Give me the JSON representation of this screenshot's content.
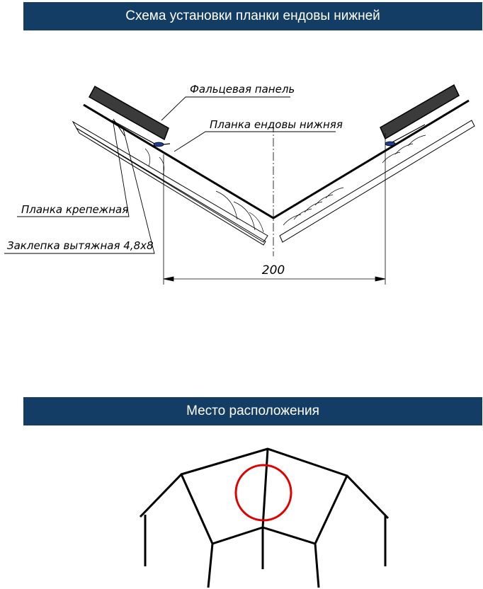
{
  "header_top": {
    "title": "Схема установки планки ендовы нижней"
  },
  "header_bottom": {
    "title": "Место расположения"
  },
  "scheme": {
    "labels": {
      "panel": "Фальцевая панель",
      "valley_strip": "Планка ендовы нижняя",
      "fixing_strip": "Планка крепежная",
      "rivet": "Заклепка вытяжная 4,8х8"
    },
    "dimension": "200"
  },
  "location": {
    "marker_color": "#e00000"
  },
  "colors": {
    "banner": "#143d66",
    "banner_text": "#ffffff",
    "line": "#000000"
  }
}
